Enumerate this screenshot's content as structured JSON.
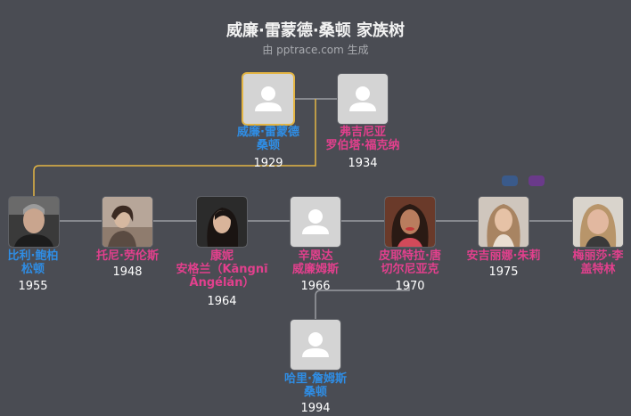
{
  "header": {
    "title": "威廉·雷蒙德·桑顿 家族树",
    "subtitle": "由 pptrace.com 生成"
  },
  "colors": {
    "background": "#4a4c53",
    "male": "#2f8de4",
    "female": "#e2408d",
    "selected_border": "#e3b544",
    "line": "#9a9ca2",
    "highlight_line": "#e3b544"
  },
  "people": {
    "father": {
      "name": "威廉·雷蒙德\n桑顿",
      "year": "1929",
      "gender": "male",
      "photo": "placeholder",
      "selected": true
    },
    "mother": {
      "name": "弗吉尼亚\n罗伯塔·福克纳",
      "year": "1934",
      "gender": "female",
      "photo": "placeholder"
    },
    "billy": {
      "name": "比利·鲍柏\n松顿",
      "year": "1955",
      "gender": "male",
      "photo": "portrait"
    },
    "toni": {
      "name": "托尼·劳伦斯",
      "year": "1948",
      "gender": "female",
      "photo": "portrait"
    },
    "connie": {
      "name": "康妮\n安格兰（Kāngnī\nĀngélán）",
      "year": "1964",
      "gender": "female",
      "photo": "portrait"
    },
    "cynda": {
      "name": "辛恩达\n威廉姆斯",
      "year": "1966",
      "gender": "female",
      "photo": "placeholder"
    },
    "pietra": {
      "name": "皮耶特拉·唐\n切尔尼亚克",
      "year": "1970",
      "gender": "female",
      "photo": "portrait"
    },
    "angelina": {
      "name": "安吉丽娜·朱莉",
      "year": "1975",
      "gender": "female",
      "photo": "portrait"
    },
    "melissa": {
      "name": "梅丽莎·李\n盖特林",
      "year": "",
      "gender": "female",
      "photo": "portrait"
    },
    "harry": {
      "name": "哈里·詹姆斯\n桑顿",
      "year": "1994",
      "gender": "male",
      "photo": "placeholder"
    }
  }
}
